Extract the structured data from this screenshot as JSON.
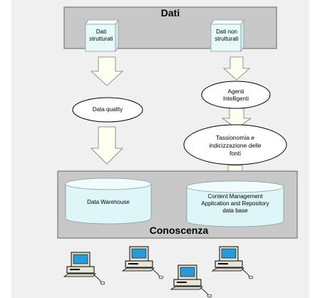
{
  "dati": {
    "title": "Dati",
    "structured": [
      "Dati",
      "strutturati"
    ],
    "unstructured": [
      "Dati non",
      "strutturati"
    ]
  },
  "processes": {
    "data_quality": "Data quality",
    "agents": [
      "Agenti",
      "Intelligenti"
    ],
    "taxonomy": [
      "Tassionomia e",
      "indicizzazione delle",
      "fonti"
    ]
  },
  "conoscenza": {
    "title": "Conoscenza",
    "warehouse": "Data Warehouse",
    "cms": [
      "Content Management",
      "Application and Repository",
      "data base"
    ]
  },
  "colors": {
    "top_panel": "#c8c8c8",
    "bottom_panel": "#c8c8c8",
    "cube_face": "#e6fafa",
    "cylinder": "#dff6f9",
    "arrow": "#fffff0",
    "ellipse": "#ffffff",
    "background": "#f0f0f0"
  },
  "icons": [
    "computer-icon",
    "computer-icon",
    "computer-icon",
    "computer-icon"
  ]
}
